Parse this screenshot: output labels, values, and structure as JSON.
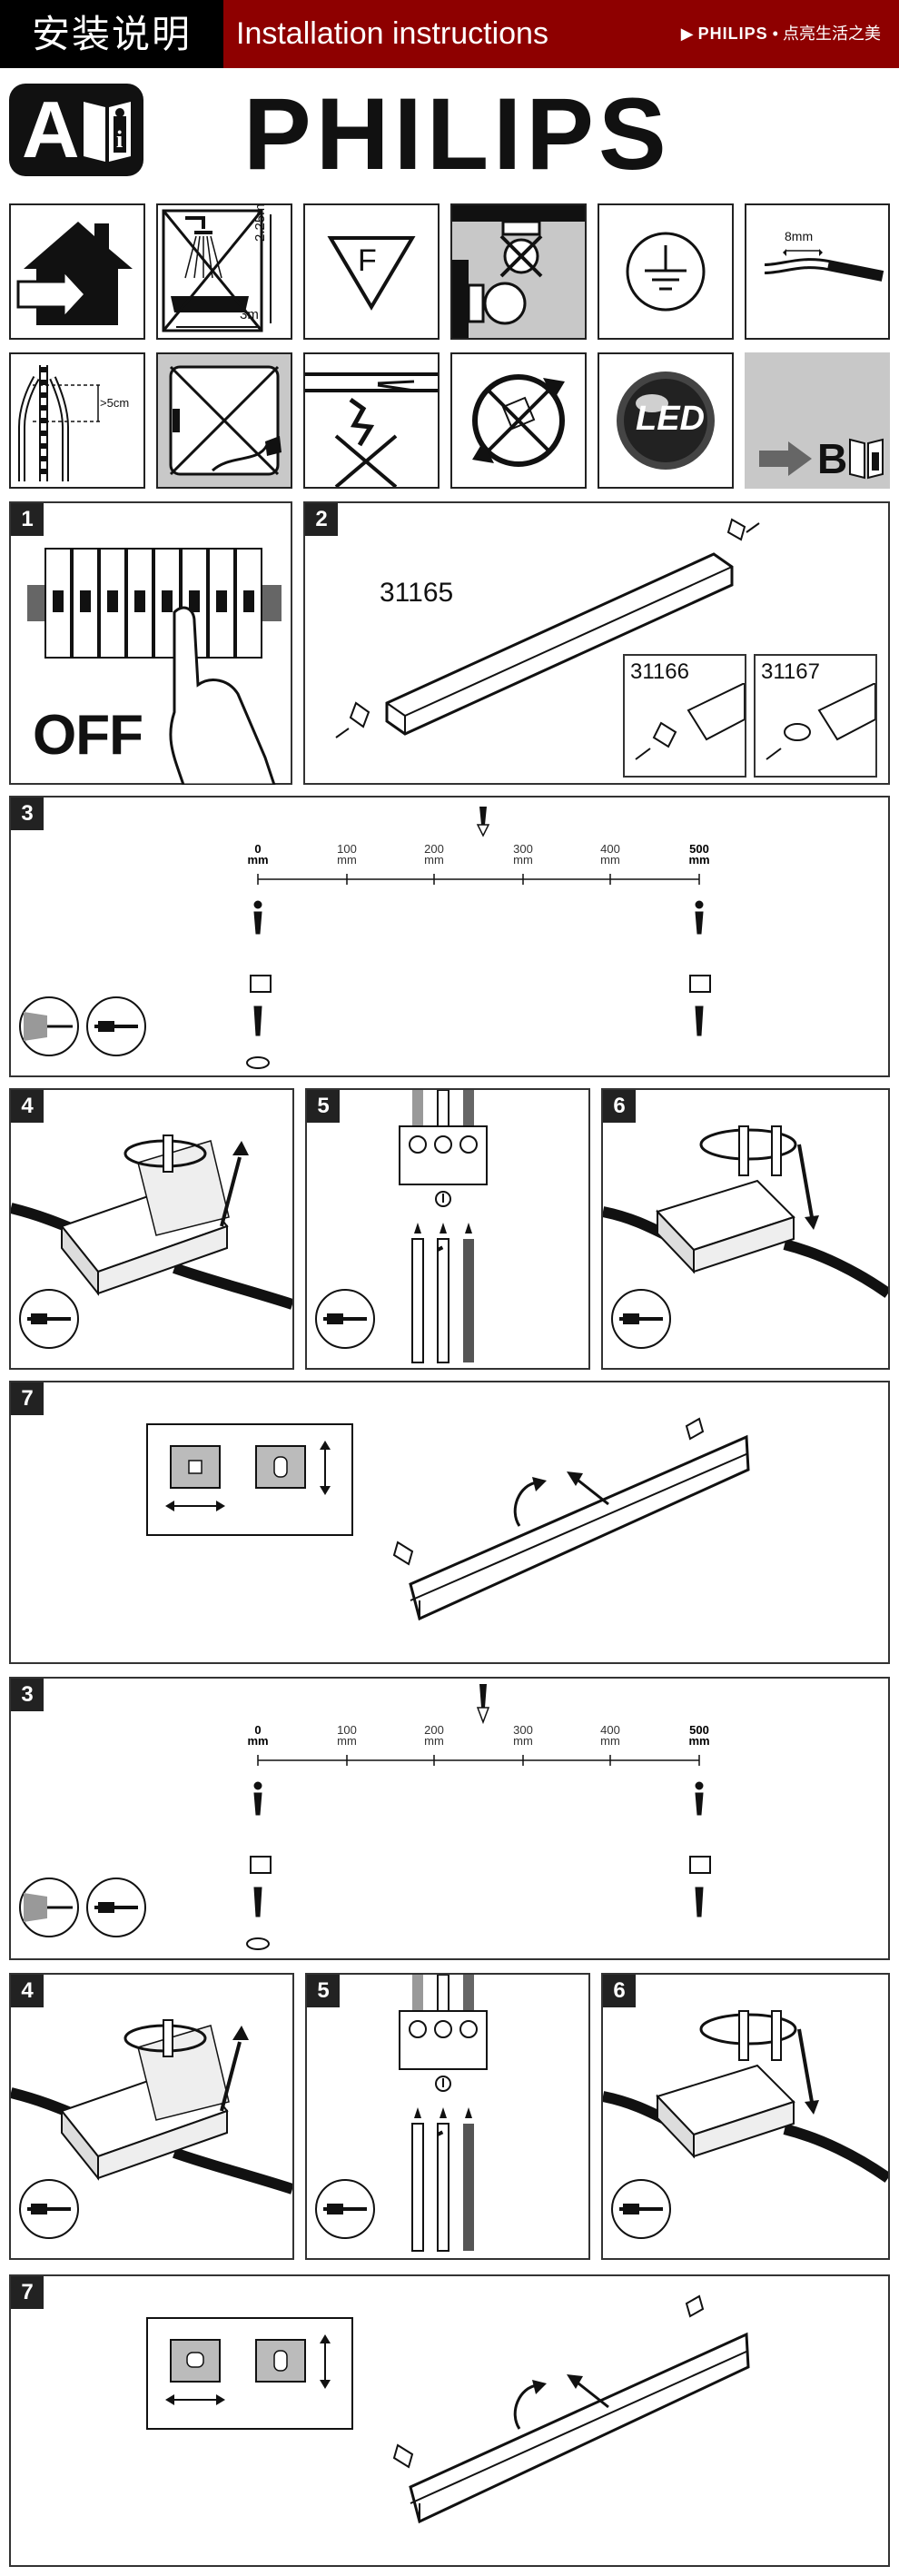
{
  "header": {
    "title_zh": "安装说明",
    "title_en": "Installation instructions",
    "brand_small": "PHILIPS",
    "separator": "•",
    "slogan": "点亮生活之美"
  },
  "brand": {
    "logo": "PHILIPS",
    "section_badge": "A"
  },
  "icons": {
    "distance_h": "2.25m",
    "distance_w": "3m",
    "f_mark": "F",
    "strip_length": "8mm",
    "clearance": ">5cm",
    "led_label": "LED",
    "next_section": "B"
  },
  "step1": {
    "number": "1",
    "label": "OFF"
  },
  "step2": {
    "number": "2",
    "models": [
      "31165",
      "31166",
      "31167"
    ]
  },
  "ruler": {
    "values": [
      "0",
      "100",
      "200",
      "300",
      "400",
      "500"
    ],
    "unit": "mm"
  },
  "steps": {
    "s3": "3",
    "s4": "4",
    "s5": "5",
    "s6": "6",
    "s7": "7"
  }
}
